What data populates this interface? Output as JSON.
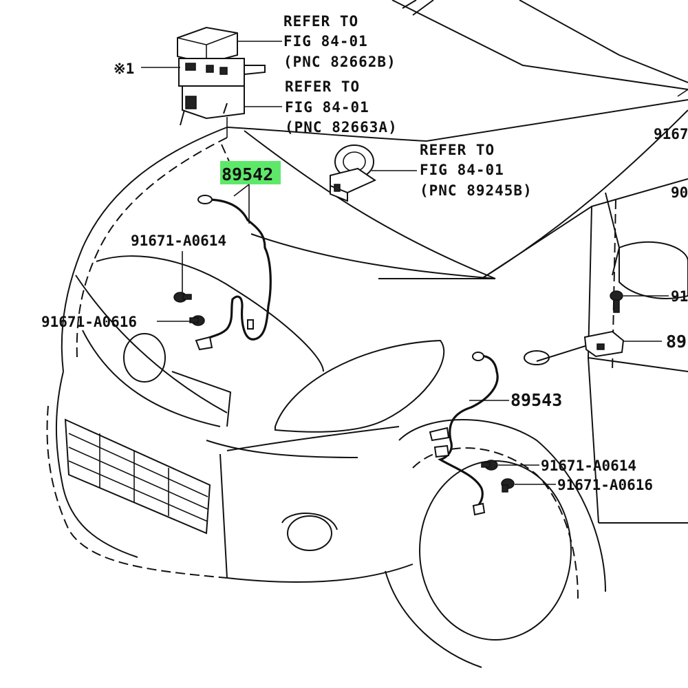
{
  "parts": {
    "abs_actuator": {
      "callout": [
        "REFER TO",
        "FIG 84-01",
        "(PNC 82662B)"
      ],
      "note": "※1"
    },
    "abs_bracket": {
      "callout": [
        "REFER TO",
        "FIG 84-01",
        "(PNC 82663A)"
      ]
    },
    "yaw_sensor": {
      "callout": [
        "REFER TO",
        "FIG 84-01",
        "(PNC 89245B)"
      ]
    },
    "sensor_front_rh": {
      "pnc": "89542",
      "highlight_color": "#5ee86a"
    },
    "sensor_front_lh": {
      "pnc": "89543"
    },
    "bolt_rh_upper": {
      "pnc": "91671-A0614"
    },
    "bolt_rh_lower": {
      "pnc": "91671-A0616"
    },
    "bolt_lh_upper": {
      "pnc": "91671-A0614"
    },
    "bolt_lh_lower": {
      "pnc": "91671-A0616"
    },
    "cutoff_labels": [
      "9167",
      "90",
      "91",
      "89"
    ]
  }
}
